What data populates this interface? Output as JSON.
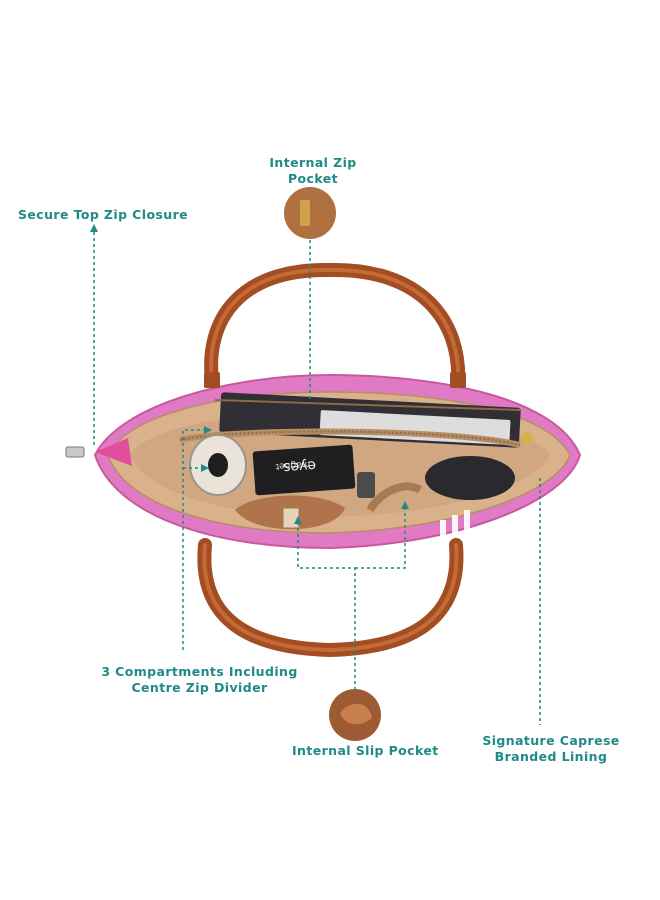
{
  "callouts": {
    "internal_zip_pocket": [
      "Internal Zip",
      "Pocket"
    ],
    "secure_top_zip": "Secure Top Zip Closure",
    "compartments": [
      "3 Compartments Including",
      "Centre Zip Divider"
    ],
    "internal_slip_pocket": "Internal Slip Pocket",
    "signature_lining": [
      "Signature Caprese",
      "Branded Lining"
    ]
  },
  "product_text": {
    "box_brand": "magnet",
    "box_label": "eyes"
  },
  "colors": {
    "callout_teal": "#1f8a86",
    "bag_pink": "#e07ac4",
    "strap_brown": "#a24d22",
    "lining_tan": "#d9b28c"
  }
}
